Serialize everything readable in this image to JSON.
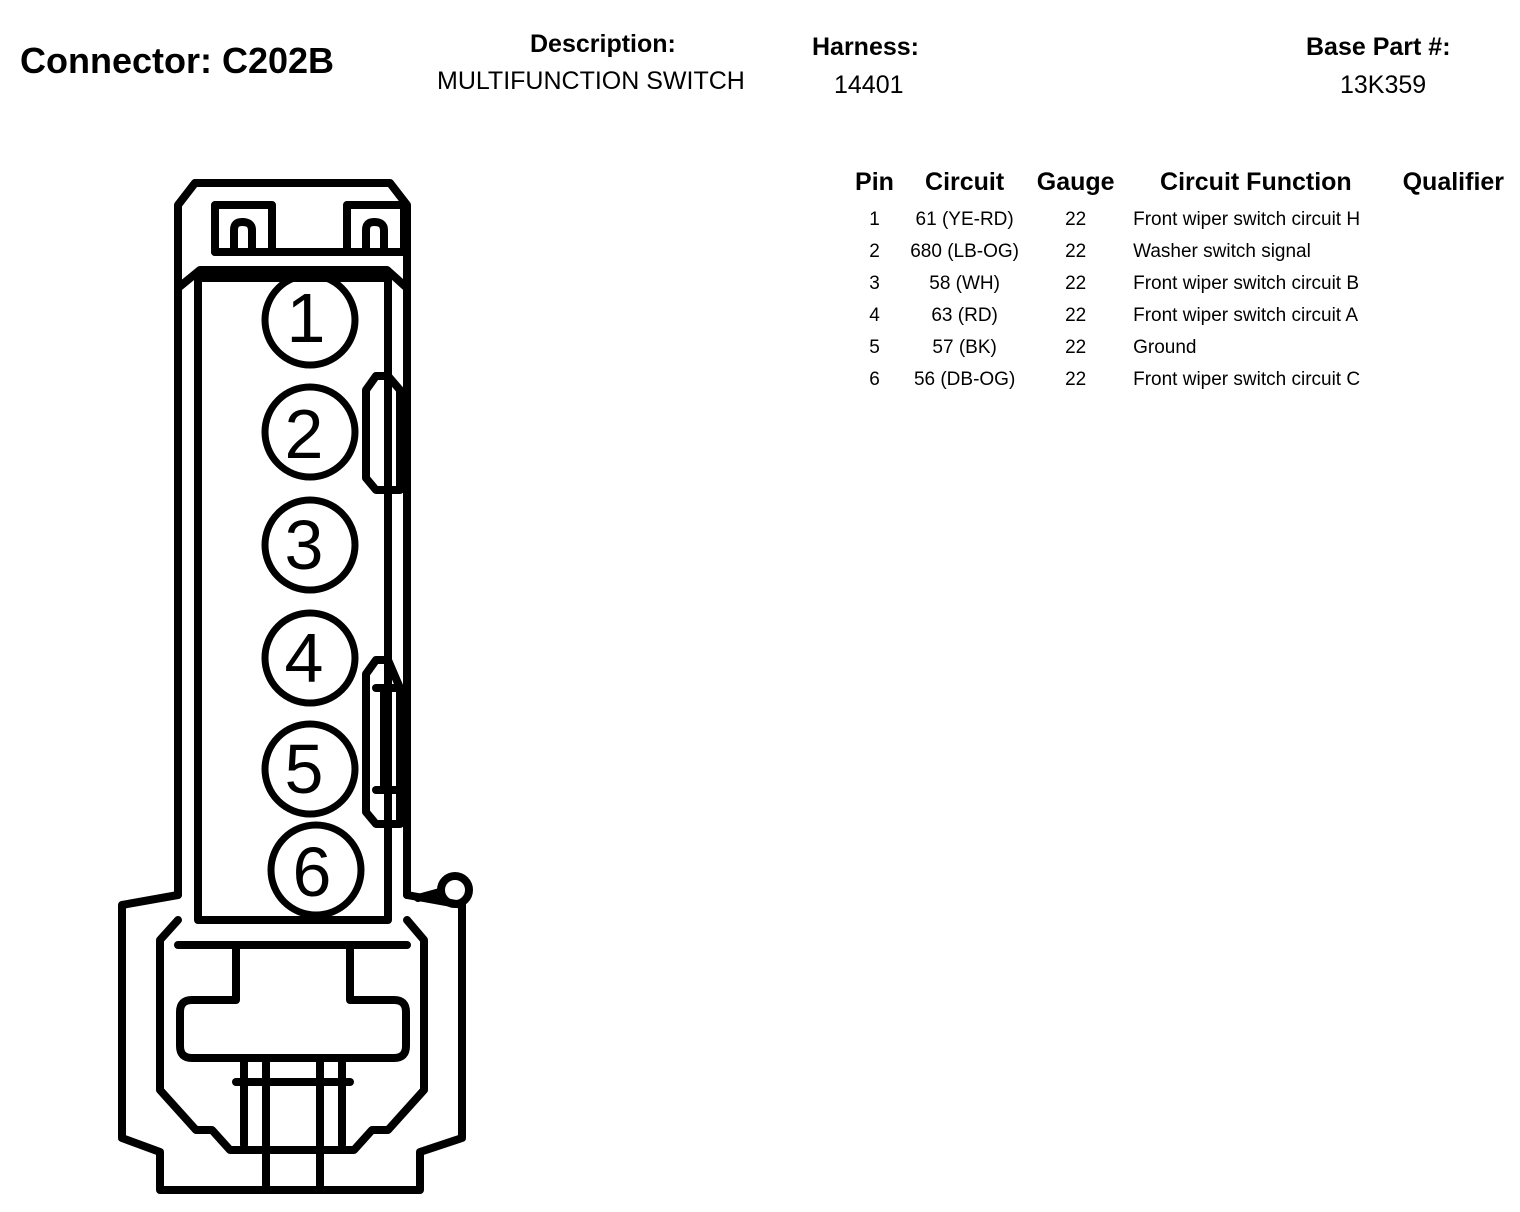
{
  "connector": {
    "title": "Connector: C202B",
    "description_label": "Description:",
    "description": "MULTIFUNCTION SWITCH",
    "harness_label": "Harness:",
    "harness": "14401",
    "base_part_label": "Base Part #:",
    "base_part": "13K359"
  },
  "table": {
    "headers": [
      "Pin",
      "Circuit",
      "Gauge",
      "Circuit Function",
      "Qualifier"
    ],
    "rows": [
      {
        "pin": "1",
        "circuit": "61 (YE-RD)",
        "gauge": "22",
        "function": "Front wiper switch circuit H",
        "qualifier": ""
      },
      {
        "pin": "2",
        "circuit": "680 (LB-OG)",
        "gauge": "22",
        "function": "Washer switch signal",
        "qualifier": ""
      },
      {
        "pin": "3",
        "circuit": "58 (WH)",
        "gauge": "22",
        "function": "Front wiper switch circuit B",
        "qualifier": ""
      },
      {
        "pin": "4",
        "circuit": "63 (RD)",
        "gauge": "22",
        "function": "Front wiper switch circuit A",
        "qualifier": ""
      },
      {
        "pin": "5",
        "circuit": "57 (BK)",
        "gauge": "22",
        "function": "Ground",
        "qualifier": ""
      },
      {
        "pin": "6",
        "circuit": "56 (DB-OG)",
        "gauge": "22",
        "function": "Front wiper switch circuit C",
        "qualifier": ""
      }
    ]
  },
  "diagram": {
    "pin_labels": [
      "1",
      "2",
      "3",
      "4",
      "5",
      "6"
    ]
  }
}
